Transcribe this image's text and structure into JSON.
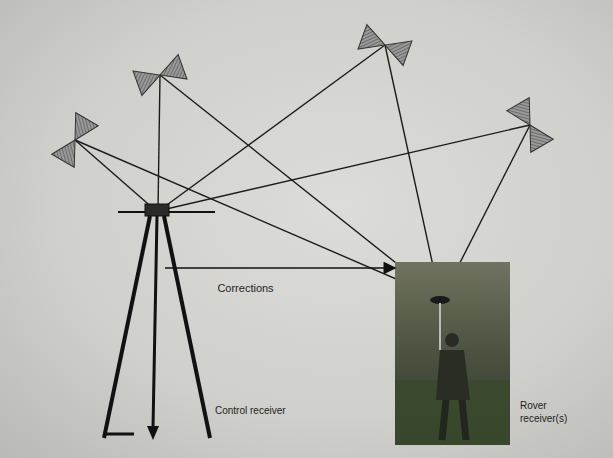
{
  "diagram": {
    "nodes": [
      {
        "text": [
          "Control receiver"
        ]
      },
      {
        "text": [
          "Rover receiver(s)"
        ]
      }
    ],
    "edges": [
      {
        "from": 0,
        "to": 1,
        "arrow": "to",
        "label": "Corrections"
      }
    ]
  }
}
